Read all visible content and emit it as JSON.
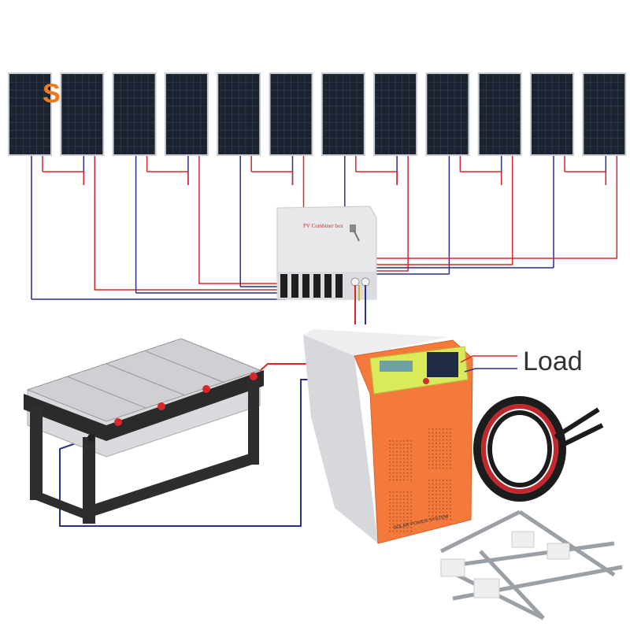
{
  "brand_mark": "S",
  "solar_array": {
    "panel_count": 12
  },
  "combiner_box": {
    "label": "PV Combiner box"
  },
  "inverter": {
    "label": "SOLAR POWER SYSTEM"
  },
  "load": {
    "label": "Load"
  },
  "colors": {
    "positive_wire": "#d8262b",
    "negative_wire": "#2a2f8a",
    "inverter_front": "#f47a3c",
    "panel": "#1b2230",
    "lcd": "#d9ea5a"
  }
}
